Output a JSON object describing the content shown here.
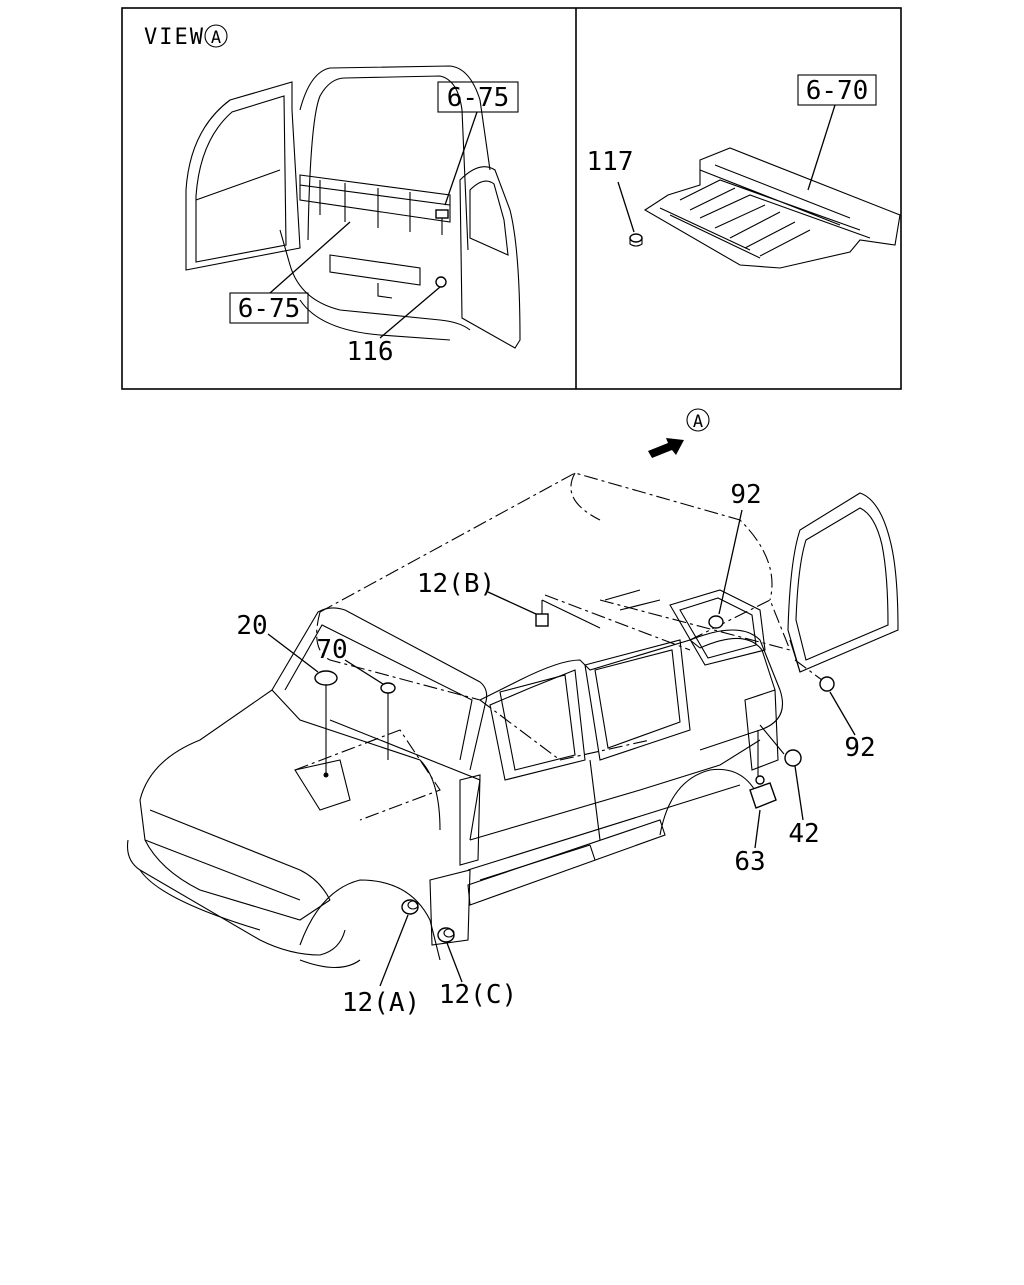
{
  "inset_left": {
    "view_label": "VIEW",
    "view_marker": "A",
    "ref_top": "6-75",
    "ref_bottom": "6-75",
    "part_116": "116"
  },
  "inset_right": {
    "ref": "6-70",
    "part_117": "117"
  },
  "main": {
    "view_arrow_marker": "A",
    "labels": {
      "p20": "20",
      "p70": "70",
      "p12b": "12(B)",
      "p92_top": "92",
      "p92_right": "92",
      "p42": "42",
      "p63": "63",
      "p12a": "12(A)",
      "p12c": "12(C)"
    }
  }
}
